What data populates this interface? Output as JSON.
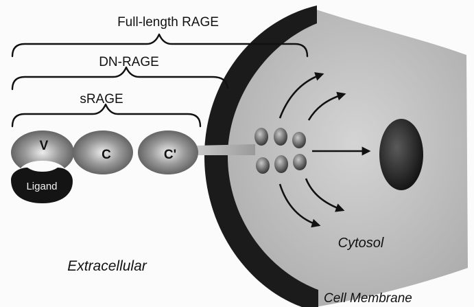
{
  "labels": {
    "full_length": "Full-length RAGE",
    "dn_rage": "DN-RAGE",
    "srage": "sRAGE",
    "domain_v": "V",
    "domain_c": "C",
    "domain_c_prime": "C'",
    "ligand": "Ligand",
    "cytosol": "Cytosol",
    "extracellular": "Extracellular",
    "cell_membrane": "Cell Membrane"
  }
}
